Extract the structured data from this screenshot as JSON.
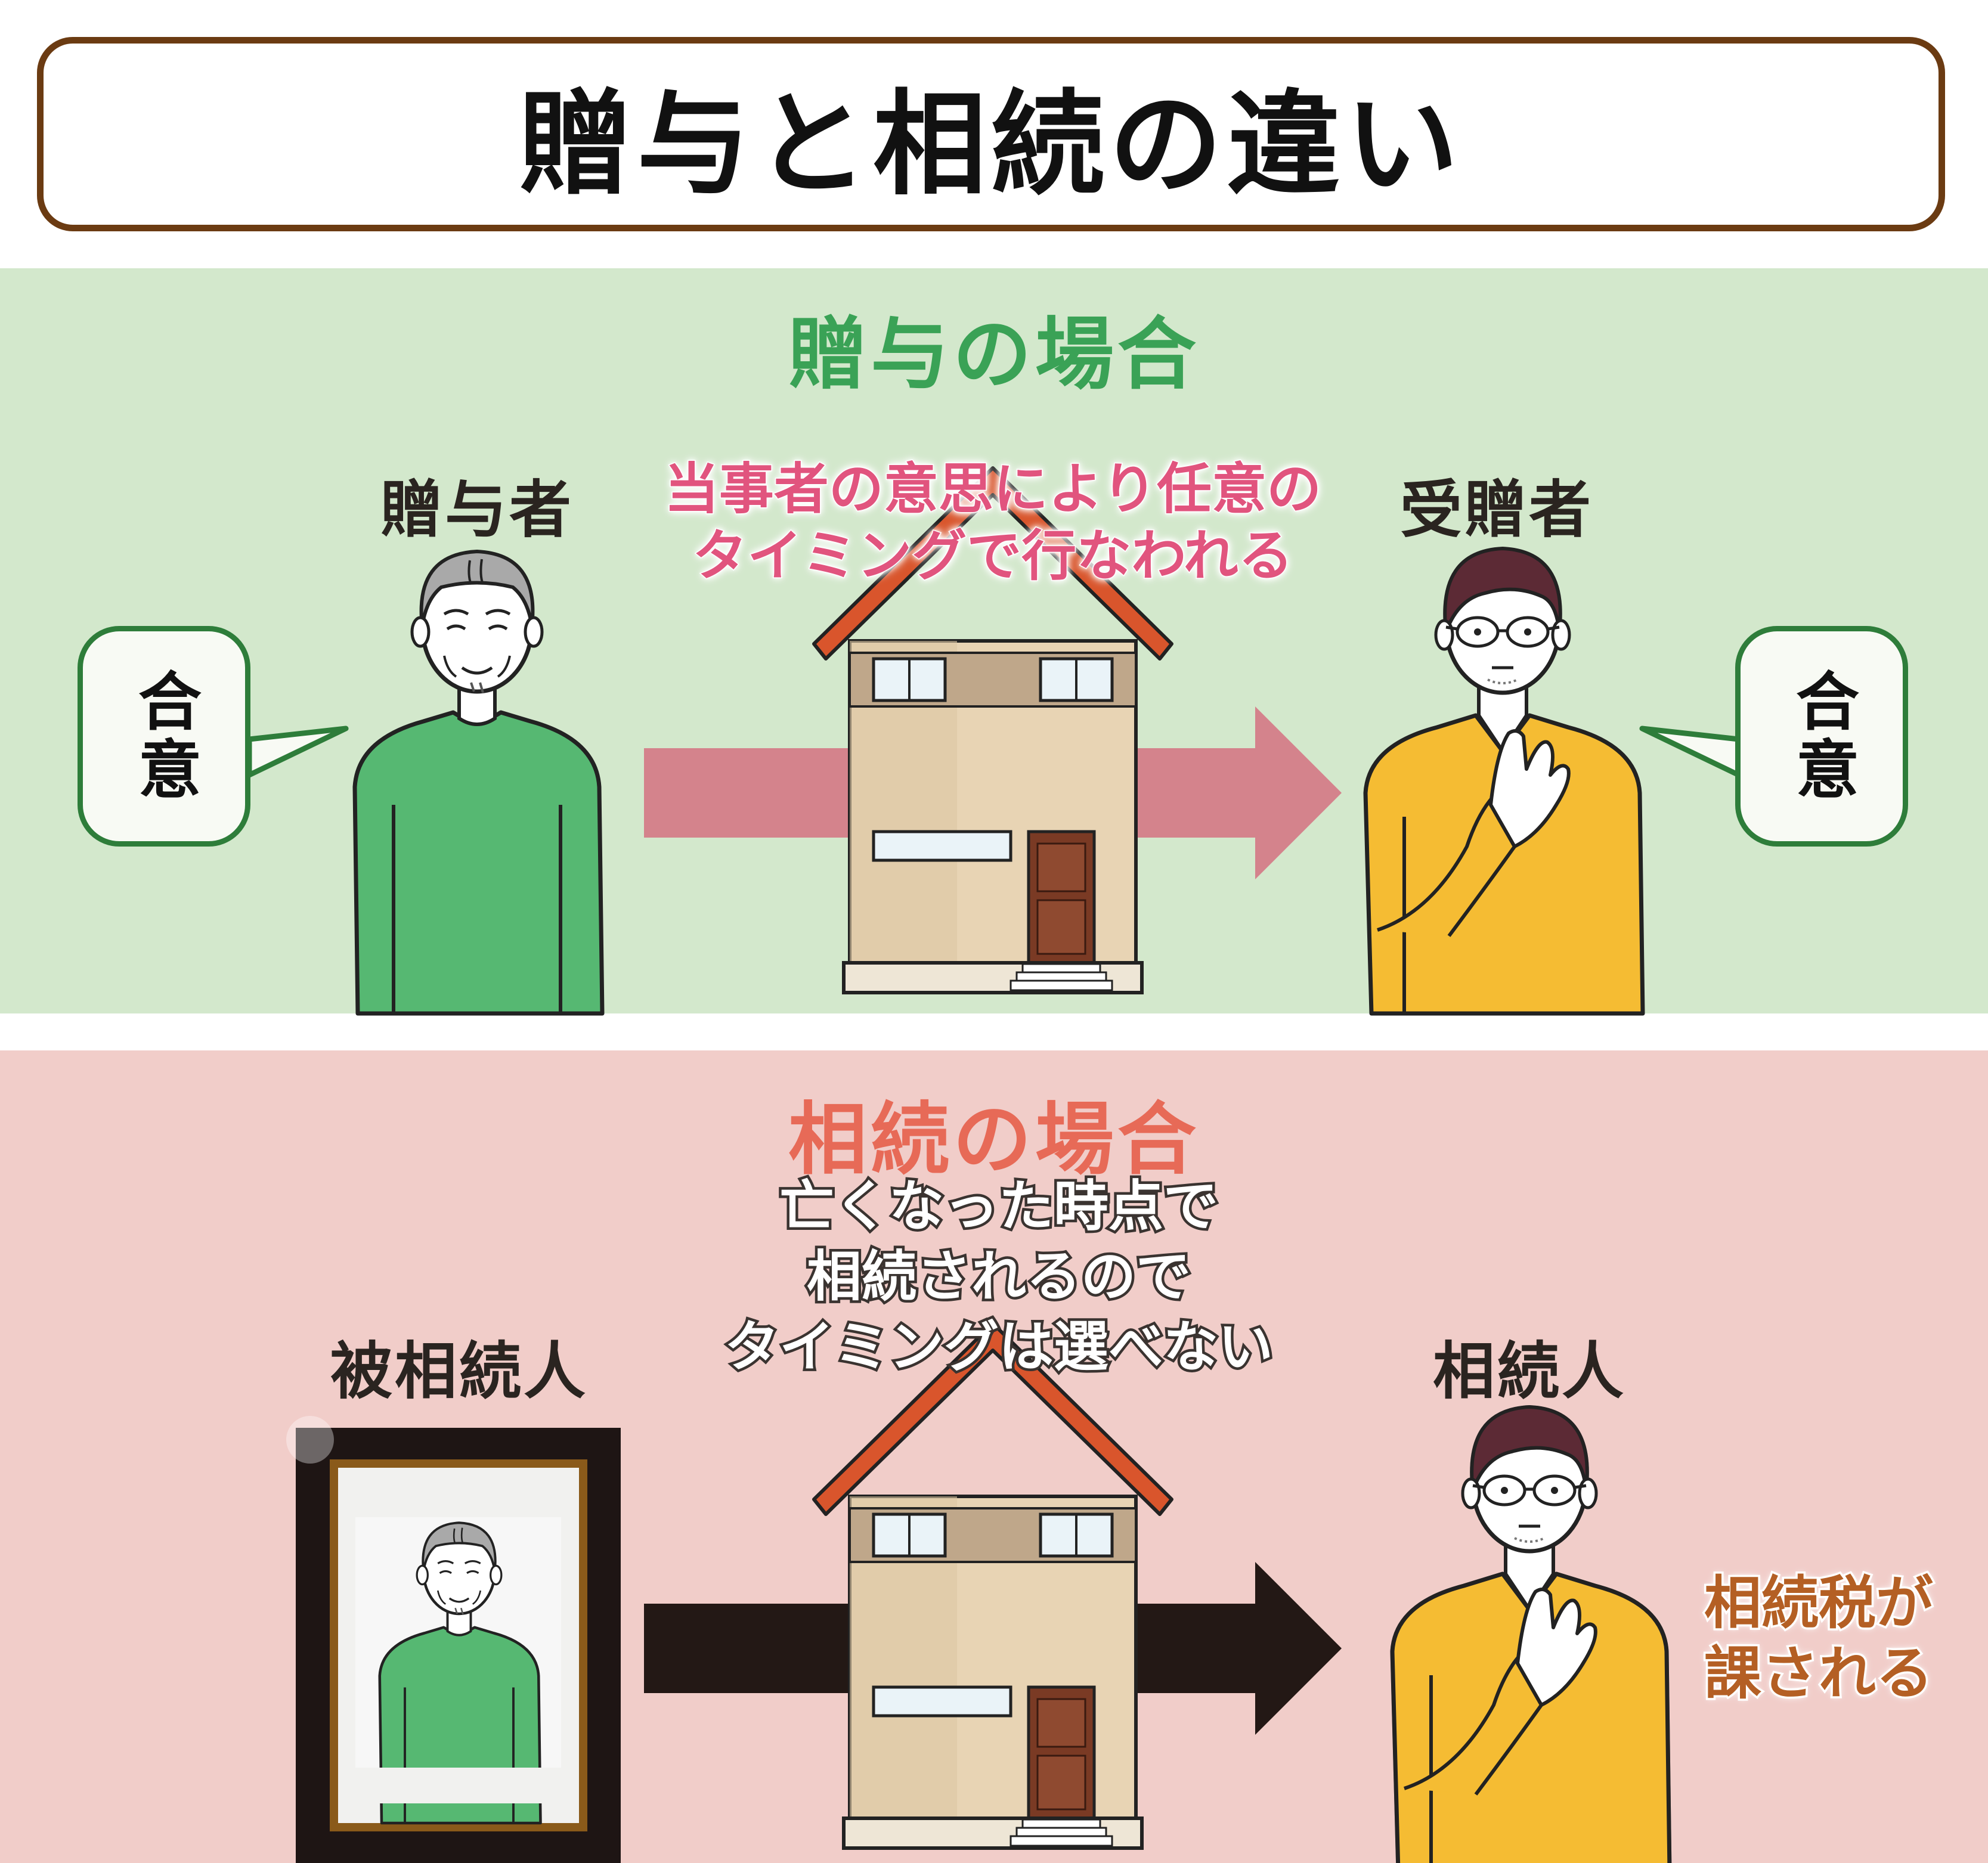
{
  "title": "贈与と相続の違い",
  "gift": {
    "section_title": "贈与の場合",
    "giver_label": "贈与者",
    "receiver_label": "受贈者",
    "caption_lines": [
      "当事者の意思により任意の",
      "タイミングで行なわれる"
    ],
    "left_bubble": "合意",
    "right_bubble": "合意",
    "arrow_color": "#d4838c"
  },
  "inheritance": {
    "section_title": "相続の場合",
    "decedent_label": "被相続人",
    "heir_label": "相続人",
    "caption_lines": [
      "亡くなった時点で",
      "相続されるので",
      "タイミングは選べない"
    ],
    "tax_lines": [
      "相続税が",
      "課される"
    ],
    "arrow_color": "#231815"
  },
  "colors": {
    "title_border": "#6b3b12",
    "gift_panel": "#d3e8cc",
    "inherit_panel": "#f1cdc9",
    "gift_heading": "#3aa256",
    "inherit_heading": "#e76a57",
    "green_shirt": "#56b872",
    "yellow_shirt": "#f5bc33"
  }
}
